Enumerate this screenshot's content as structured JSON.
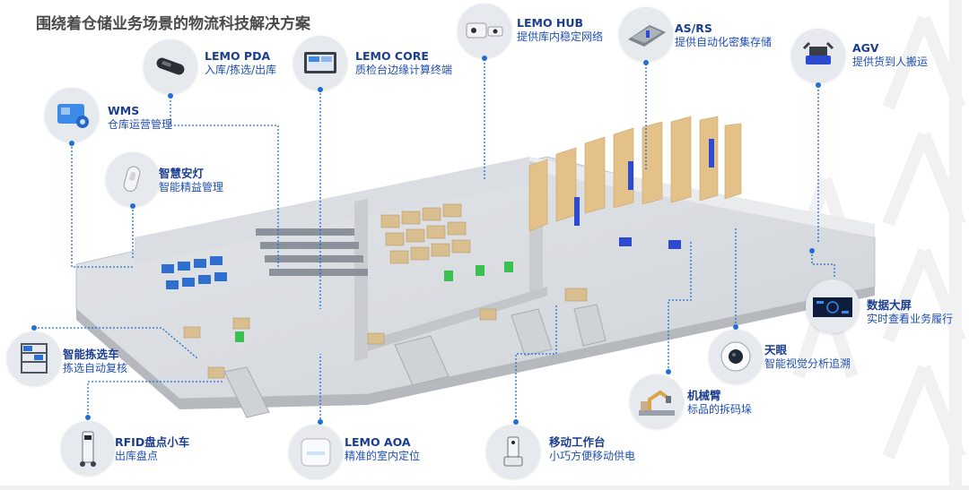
{
  "title": "围绕着仓储业务场景的物流科技解决方案",
  "colors": {
    "accent": "#1f6fd6",
    "title_text": "#1a3d8f",
    "desc_text": "#1f4fb0"
  },
  "callouts": [
    {
      "id": "wms",
      "name": "WMS",
      "desc": "仓库运营管理",
      "icon": "monitor-gear-icon"
    },
    {
      "id": "pda",
      "name": "LEMO PDA",
      "desc": "入库/拣选/出库",
      "icon": "handheld-scanner-icon"
    },
    {
      "id": "core",
      "name": "LEMO CORE",
      "desc": "质检台边缘计算终端",
      "icon": "terminal-screen-icon"
    },
    {
      "id": "hub",
      "name": "LEMO HUB",
      "desc": "提供库内稳定网络",
      "icon": "network-hub-icon"
    },
    {
      "id": "asrs",
      "name": "AS/RS",
      "desc": "提供自动化密集存储",
      "icon": "storage-rack-icon"
    },
    {
      "id": "agv",
      "name": "AGV",
      "desc": "提供货到人搬运",
      "icon": "robot-vehicle-icon"
    },
    {
      "id": "lamp",
      "name": "智慧安灯",
      "desc": "智能精益管理",
      "icon": "smart-light-icon"
    },
    {
      "id": "cart",
      "name": "智能拣选车",
      "desc": "拣选自动复核",
      "icon": "picking-cart-icon"
    },
    {
      "id": "screen",
      "name": "数据大屏",
      "desc": "实时查看业务履行",
      "icon": "dashboard-screen-icon"
    },
    {
      "id": "eye",
      "name": "天眼",
      "desc": "智能视觉分析追溯",
      "icon": "camera-eye-icon"
    },
    {
      "id": "arm",
      "name": "机械臂",
      "desc": "标品的拆码垛",
      "icon": "robot-arm-icon"
    },
    {
      "id": "rfid",
      "name": "RFID盘点小车",
      "desc": "出库盘点",
      "icon": "rfid-cart-icon"
    },
    {
      "id": "aoa",
      "name": "LEMO AOA",
      "desc": "精准的室内定位",
      "icon": "locator-device-icon"
    },
    {
      "id": "mobile",
      "name": "移动工作台",
      "desc": "小巧方便移动供电",
      "icon": "mobile-workstation-icon"
    }
  ]
}
